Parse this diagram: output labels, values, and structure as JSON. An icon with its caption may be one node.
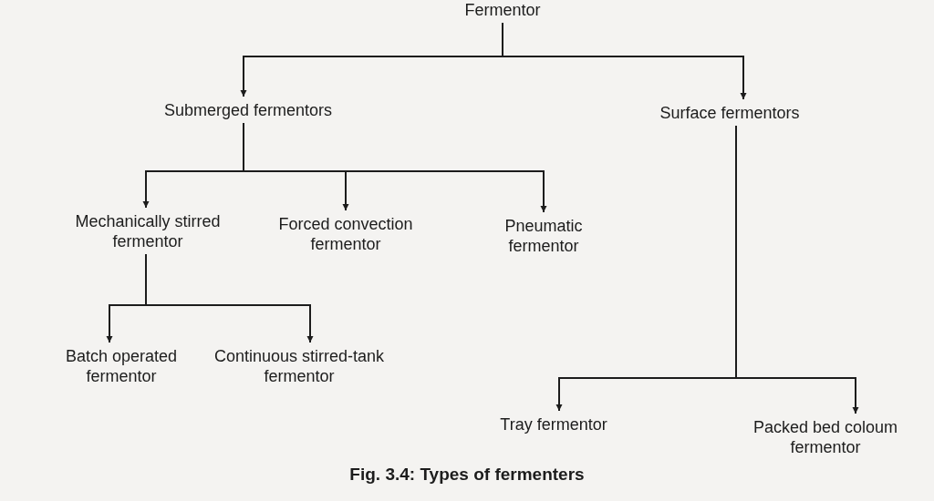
{
  "diagram": {
    "caption": "Fig. 3.4: Types of fermenters",
    "nodes": [
      {
        "text": [
          "Fermentor"
        ]
      },
      {
        "text": [
          "Submerged fermentors"
        ]
      },
      {
        "text": [
          "Surface fermentors"
        ]
      },
      {
        "text": [
          "Mechanically stirred fermentor"
        ]
      },
      {
        "text": [
          "Forced convection fermentor"
        ]
      },
      {
        "text": [
          "Pneumatic fermentor"
        ]
      },
      {
        "text": [
          "Batch operated fermentor"
        ]
      },
      {
        "text": [
          "Continuous stirred-tank fermentor"
        ]
      },
      {
        "text": [
          "Tray fermentor"
        ]
      },
      {
        "text": [
          "Packed bed coloum fermentor"
        ]
      }
    ],
    "edges": [
      {
        "from": 0,
        "to": 1,
        "arrow": "to"
      },
      {
        "from": 0,
        "to": 2,
        "arrow": "to"
      },
      {
        "from": 1,
        "to": 3,
        "arrow": "to"
      },
      {
        "from": 1,
        "to": 4,
        "arrow": "to"
      },
      {
        "from": 1,
        "to": 5,
        "arrow": "to"
      },
      {
        "from": 3,
        "to": 6,
        "arrow": "to"
      },
      {
        "from": 3,
        "to": 7,
        "arrow": "to"
      },
      {
        "from": 2,
        "to": 8,
        "arrow": "to"
      },
      {
        "from": 2,
        "to": 9,
        "arrow": "to"
      }
    ]
  }
}
